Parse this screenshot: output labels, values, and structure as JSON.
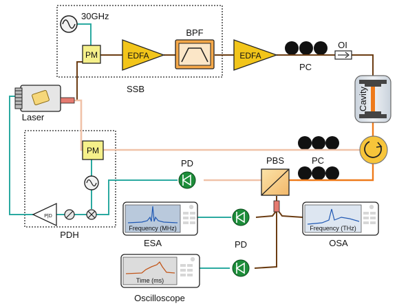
{
  "labels": {
    "rf_freq": "30GHz",
    "pm_top": "PM",
    "edfa1": "EDFA",
    "bpf": "BPF",
    "edfa2": "EDFA",
    "pc_top": "PC",
    "oi": "OI",
    "ssb": "SSB",
    "laser": "Laser",
    "cavity": "Cavity",
    "pm_mid": "PM",
    "pd_top": "PD",
    "pbs": "PBS",
    "pc_mid": "PC",
    "pdh": "PDH",
    "esa_axis": "Frequency (MHz)",
    "esa": "ESA",
    "osa_axis": "Frequency (THz)",
    "osa": "OSA",
    "pd_bottom": "PD",
    "scope_axis": "Time (ms)",
    "oscilloscope": "Oscilloscope",
    "servo_glyph": "P|D"
  },
  "colors": {
    "fiber": "#6b3c12",
    "electrical": "#2aa9a0",
    "pump_beam": "#f0c2a8",
    "cavity_beam": "#ee7a1a",
    "edfa_fill": "#f2c51a",
    "pm_fill": "#f5f08a",
    "pd_fill": "#1d8d3a",
    "circulator_fill": "#f7c53a"
  }
}
